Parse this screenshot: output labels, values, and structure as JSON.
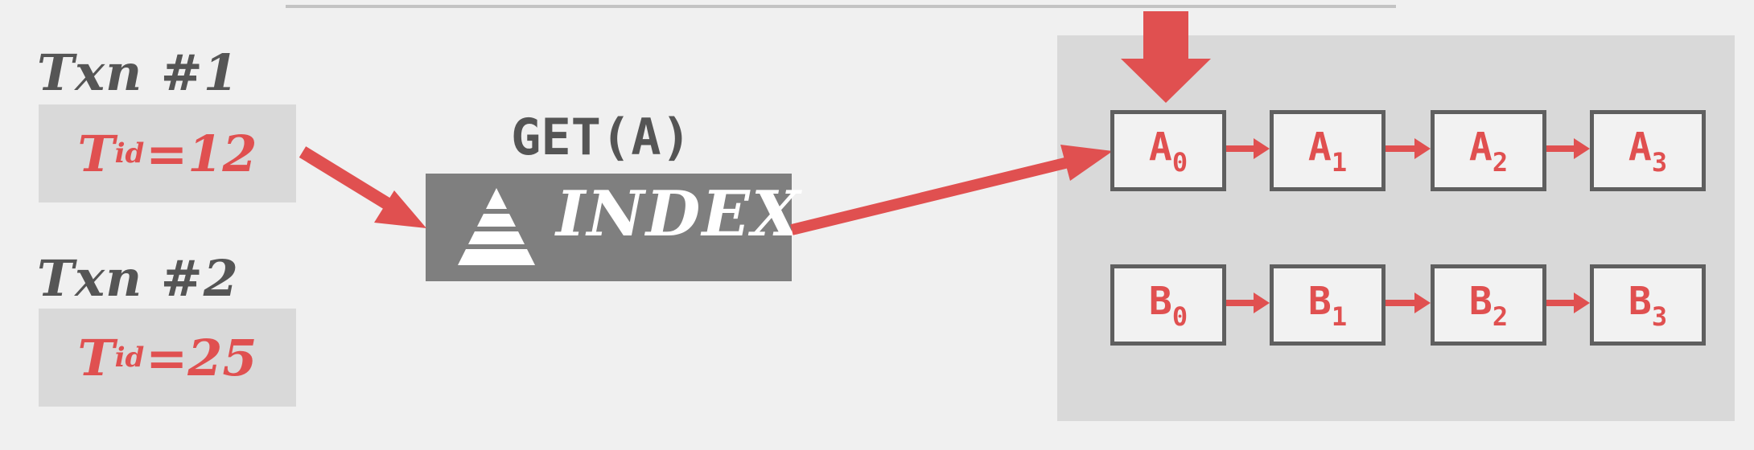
{
  "transactions": [
    {
      "title": "Txn #1",
      "tid_symbol": "T",
      "tid_sub": "id",
      "tid_value": "=12"
    },
    {
      "title": "Txn #2",
      "tid_symbol": "T",
      "tid_sub": "id",
      "tid_value": "=25"
    }
  ],
  "operation": "GET(A)",
  "index": {
    "label": "INDEX"
  },
  "version_chains": [
    {
      "versions": [
        {
          "base": "A",
          "sub": "0"
        },
        {
          "base": "A",
          "sub": "1"
        },
        {
          "base": "A",
          "sub": "2"
        },
        {
          "base": "A",
          "sub": "3"
        }
      ]
    },
    {
      "versions": [
        {
          "base": "B",
          "sub": "0"
        },
        {
          "base": "B",
          "sub": "1"
        },
        {
          "base": "B",
          "sub": "2"
        },
        {
          "base": "B",
          "sub": "3"
        }
      ]
    }
  ],
  "colors": {
    "accent_red": "#e05050",
    "text_gray": "#555555",
    "box_gray": "#d9d9d9",
    "index_gray": "#7f7f7f",
    "border_gray": "#5f5f5f"
  }
}
